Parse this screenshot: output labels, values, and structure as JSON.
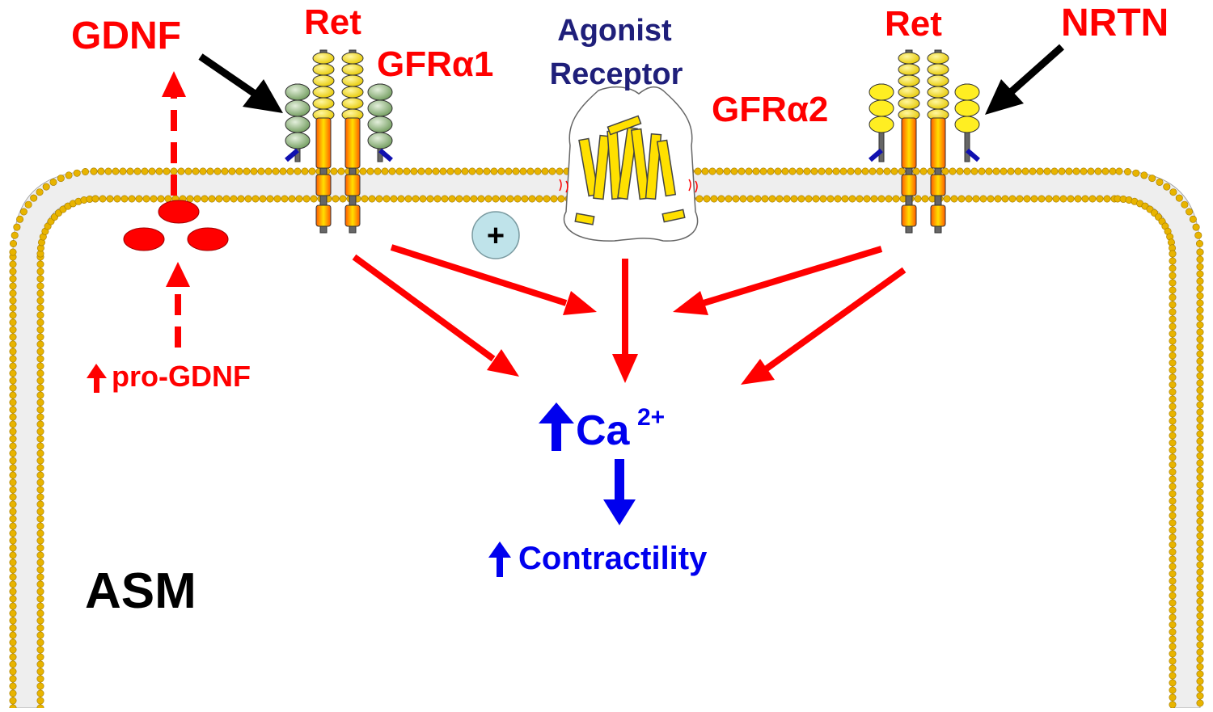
{
  "labels": {
    "gdnf": "GDNF",
    "ret_left": "Ret",
    "gfra1": "GFRα1",
    "agonist": "Agonist",
    "receptor": "Receptor",
    "ret_right": "Ret",
    "nrtn": "NRTN",
    "gfra2": "GFRα2",
    "pro_gdnf": "pro-GDNF",
    "plus_sign": "+",
    "ca": "Ca",
    "ca_sup": "2+",
    "contractility": "Contractility",
    "asm": "ASM"
  },
  "colors": {
    "red": "#ff0000",
    "black": "#000000",
    "blue": "#0000ee",
    "navy": "#1f1f7a",
    "membrane_head": "#e8b400",
    "membrane_head_stroke": "#a07800",
    "ret_orange": "#ff6a00",
    "ret_yellow": "#ffe600",
    "gfra1_green": "#8fb27a",
    "gfra2_yellow": "#ffee22",
    "plus_circle": "#bfe3ea"
  }
}
